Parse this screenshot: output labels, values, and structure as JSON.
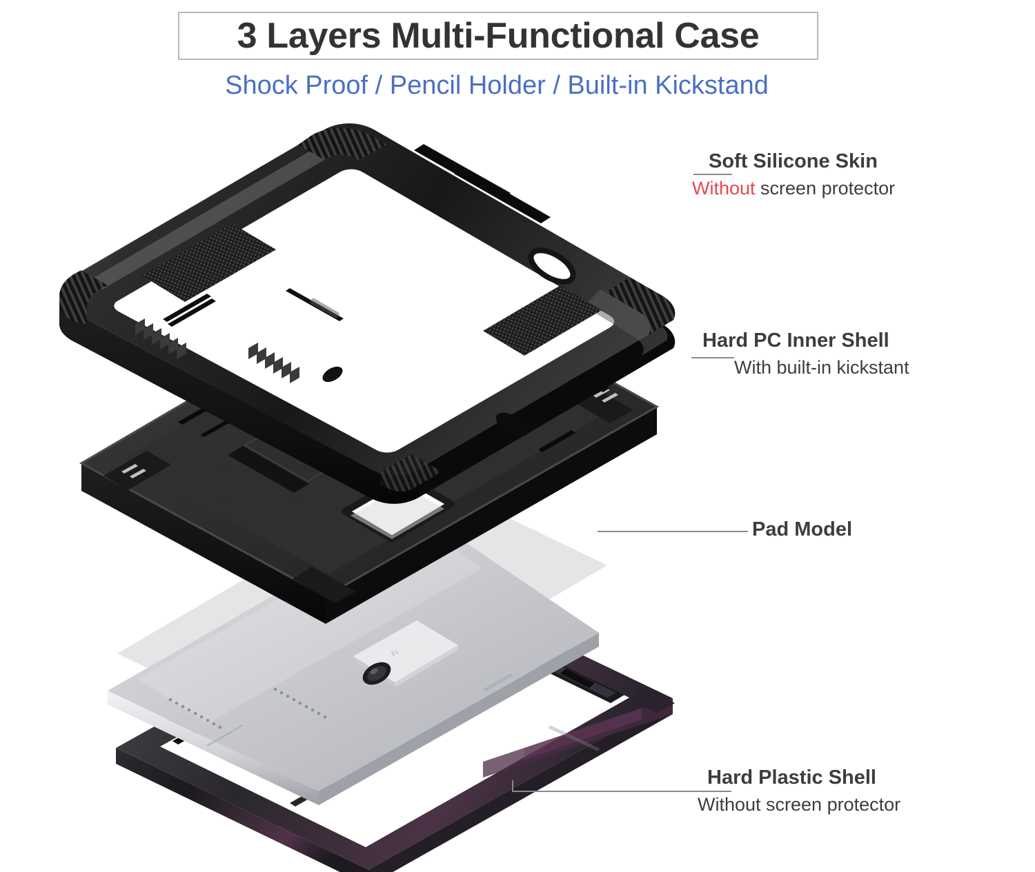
{
  "header": {
    "title": "3 Layers Multi-Functional Case",
    "subtitle": "Shock Proof / Pencil Holder / Built-in Kickstand"
  },
  "callouts": [
    {
      "id": "soft-silicone-skin",
      "title": "Soft Silicone Skin",
      "sub_emphasis": "Without",
      "sub_rest": " screen protector",
      "emphasis_color": "#e8484d",
      "rest_color": "#3d3d3d"
    },
    {
      "id": "hard-pc-inner-shell",
      "title": "Hard PC Inner Shell",
      "sub_emphasis": "",
      "sub_rest": "With built-in kickstant",
      "emphasis_color": "#4a6fc4",
      "rest_color": "#4a6fc4"
    },
    {
      "id": "pad-model",
      "title": "Pad Model",
      "sub_emphasis": "",
      "sub_rest": "",
      "emphasis_color": "#3d3d3d",
      "rest_color": "#3d3d3d"
    },
    {
      "id": "hard-plastic-shell",
      "title": "Hard Plastic Shell",
      "sub_emphasis": "",
      "sub_rest": "Without screen protector",
      "emphasis_color": "#4a6fc4",
      "rest_color": "#4a6fc4"
    }
  ],
  "layers": {
    "silicone_skin_name": "soft silicone bumper frame",
    "pc_shell_name": "hard PC inner shell with kickstand",
    "tablet_name": "silver tablet pad model",
    "plastic_shell_name": "hard plastic back frame"
  },
  "colors": {
    "title_text": "#333333",
    "title_border": "#b9b9b9",
    "accent_blue": "#4a6fc4",
    "accent_red": "#e8484d",
    "label_gray": "#3d3d3d",
    "leader_gray": "#8a8a8a",
    "case_black": "#2b2b2b",
    "tablet_silver": "#c9cace",
    "background": "#ffffff"
  }
}
